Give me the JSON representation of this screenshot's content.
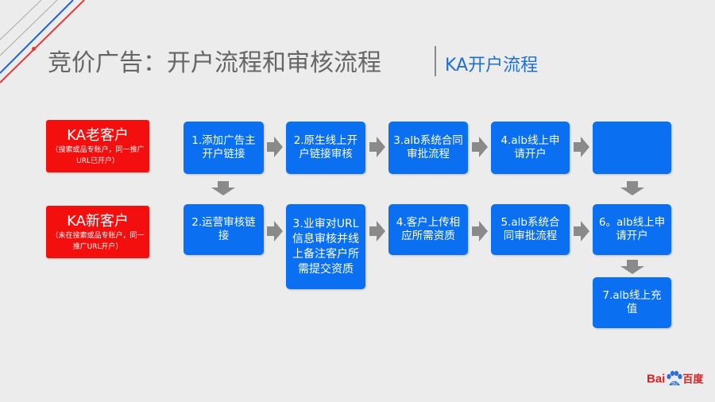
{
  "header": {
    "title": "竞价广告：开户流程和审核流程",
    "subtitle": "KA开户流程"
  },
  "customers": {
    "old": {
      "title": "KA老客户",
      "note": "（搜索或品专账户，同一推广URL已开户）"
    },
    "new": {
      "title": "KA新客户",
      "note": "（未在搜索或品专账户，同一推广URL开户）"
    }
  },
  "row1": [
    "1.添加广告主开户链接",
    "2.原生线上开户链接审核",
    "3.alb系统合同审批流程",
    "4.alb线上申请开户",
    ""
  ],
  "row2": [
    "2.运营审核链接",
    "3.业审对URL信息审核并线上备注客户所需提交资质",
    "4.客户上传相应所需资质",
    "5.alb系统合同审批流程",
    "6。alb线上申请开户"
  ],
  "final_step": "7.alb线上充值",
  "logo": {
    "text_left": "Bai",
    "text_mid": "du",
    "text_right": "百度"
  },
  "colors": {
    "accent_blue": "#0a6ff0",
    "customer_red": "#f40f0f",
    "arrow_gray": "#8a8a8a"
  }
}
